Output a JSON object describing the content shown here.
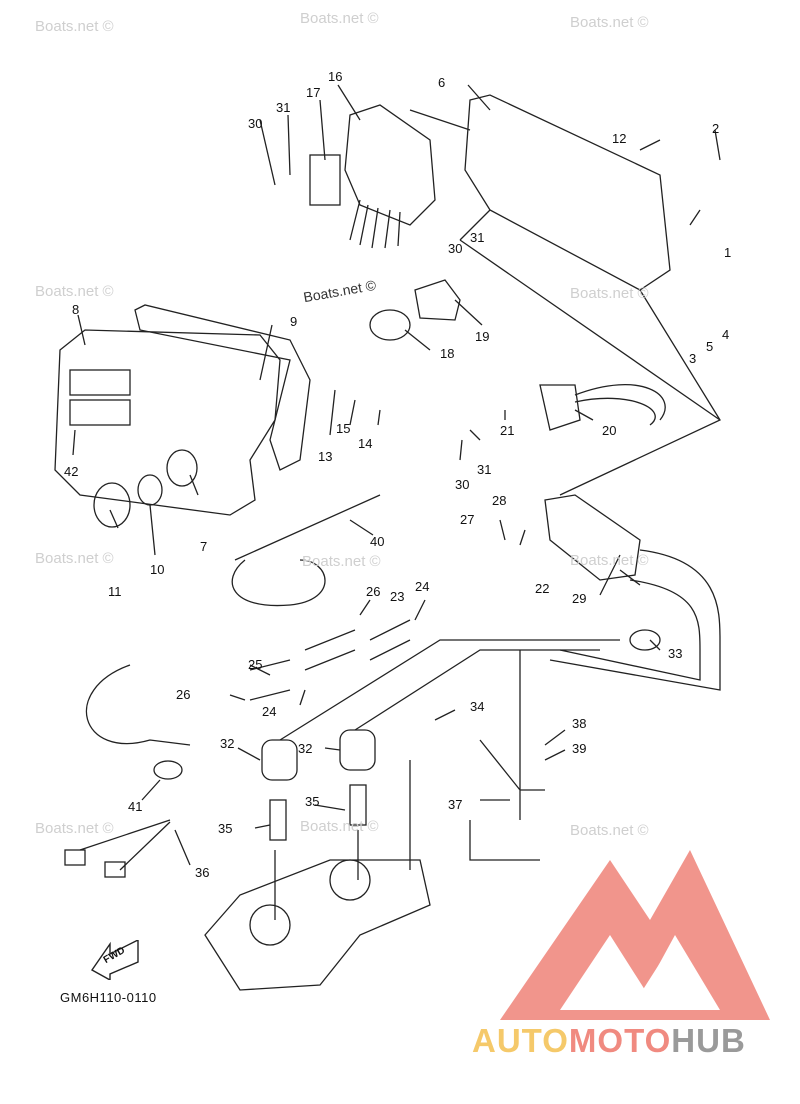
{
  "watermarks": {
    "brand": "Boats.net ©",
    "copies": [
      "Boats.net ©",
      "Boats.net ©",
      "Boats.net ©",
      "Boats.net ©",
      "Boats.net ©",
      "Boats.net ©",
      "Boats.net ©",
      "Boats.net ©",
      "Boats.net ©",
      "Boats.net ©",
      "Boats.net ©",
      "Boats.net ©"
    ]
  },
  "callouts": [
    "1",
    "2",
    "3",
    "4",
    "5",
    "6",
    "7",
    "8",
    "9",
    "10",
    "11",
    "12",
    "13",
    "14",
    "15",
    "16",
    "17",
    "18",
    "19",
    "20",
    "21",
    "22",
    "23",
    "24",
    "24",
    "25",
    "26",
    "26",
    "27",
    "28",
    "29",
    "30",
    "30",
    "30",
    "31",
    "31",
    "31",
    "32",
    "32",
    "33",
    "34",
    "35",
    "35",
    "36",
    "37",
    "38",
    "39",
    "40",
    "41",
    "42"
  ],
  "diagram_code": "GM6H110-0110",
  "fwd_label": "FWD",
  "brand_logo": {
    "part1": "AUTO",
    "part2": "MOTO",
    "part3": "HUB",
    "colors": {
      "auto": "#f5c96a",
      "moto": "#f08a80",
      "hub": "#9a9a9a",
      "triangle": "#f08a80"
    }
  }
}
